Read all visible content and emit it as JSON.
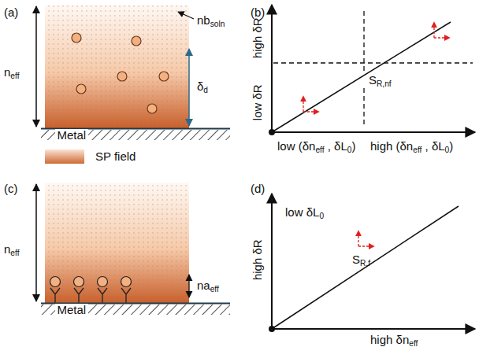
{
  "diagram": {
    "labels": [
      "(a)",
      "neff",
      "nbsoln",
      "δd",
      "Metal",
      "(b)",
      "high δR",
      "low δR",
      "SR,nf",
      "low (δneff , δL0)",
      "high (δneff , δL0)",
      "(c)",
      "neff",
      "naeff",
      "Metal",
      "(d)",
      "low δL0",
      "high δR",
      "SR,f",
      "high δneff"
    ],
    "legend": [
      {
        "text": "SP field"
      }
    ]
  }
}
